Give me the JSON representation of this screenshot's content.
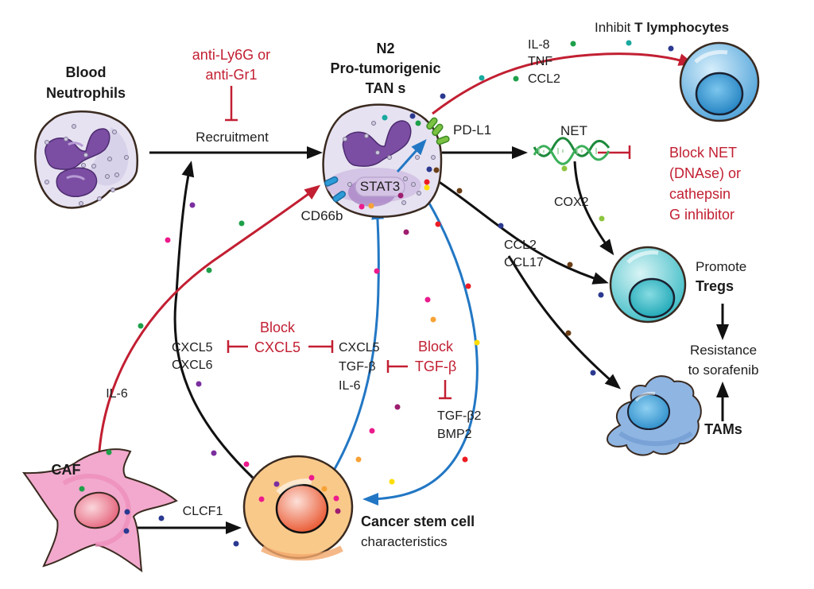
{
  "cells": {
    "blood_neutrophils": [
      "Blood",
      "Neutrophils"
    ],
    "tan": [
      "N2",
      "Pro-tumorigenic",
      "TAN s"
    ],
    "caf": "CAF",
    "cancer_stem_cell": [
      "Cancer stem cell",
      "characteristics"
    ],
    "t_lymphocytes": {
      "prefix": "Inhibit ",
      "bold": "T lymphocytes"
    },
    "tregs": [
      "Promote",
      "Tregs"
    ],
    "tams": "TAMs"
  },
  "markers": {
    "stat3": "STAT3",
    "pd_l1": "PD-L1",
    "cd66b": "CD66b",
    "net": "NET"
  },
  "processes": {
    "recruitment": "Recruitment",
    "resistance": [
      "Resistance",
      "to sorafenib"
    ]
  },
  "factors": {
    "il8_tnf_ccl2": [
      "IL-8",
      "TNF",
      "CCL2"
    ],
    "cox2": "COX2",
    "ccl2_ccl17": [
      "CCL2",
      "CCL17"
    ],
    "il6": "IL-6",
    "cxcl5_cxcl6": [
      "CXCL5",
      "CXCL6"
    ],
    "cxcl5_tgfb_il6": [
      "CXCL5",
      "TGF-β",
      "IL-6"
    ],
    "tgfb2_bmp2": [
      "TGF-β2",
      "BMP2"
    ],
    "clcf1": "CLCF1"
  },
  "inhibitors": {
    "anti_ly6g": [
      "anti-Ly6G or",
      "anti-Gr1"
    ],
    "block_net": [
      "Block NET",
      "(DNAse) or",
      "cathepsin",
      "G inhibitor"
    ],
    "block_cxcl5": [
      "Block",
      "CXCL5"
    ],
    "block_tgfb": [
      "Block",
      "TGF-β"
    ]
  },
  "colors": {
    "inhibit_red": "#c21f32",
    "signal_blue": "#2277c4",
    "arrow_black": "#111111",
    "neutrophil_cyto": "#e4e0ef",
    "neutrophil_nucleus": "#7b4ea3",
    "caf_pink": "#ef9cc4",
    "cancer_orange": "#f7c07c",
    "t_cell_blue": "#6fb7e3",
    "treg_teal": "#55c5cc",
    "tam_blue": "#8fb5e2",
    "dna_green": "#2aa04a"
  }
}
